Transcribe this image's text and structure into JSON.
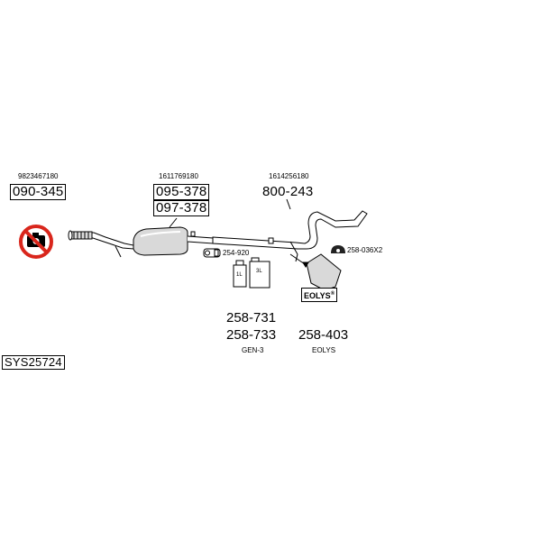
{
  "parts": {
    "front_pipe": {
      "oe": "9823467180",
      "pn": "090-345"
    },
    "middle_silencer": {
      "oe": "1611769180",
      "pn_a": "095-378",
      "pn_b": "097-378"
    },
    "rear_pipe": {
      "oe": "1614256180",
      "pn": "800-243"
    },
    "clamp": {
      "pn": "254-920"
    },
    "rubber_mount": {
      "pn": "258-036X2"
    },
    "paste": {
      "pn_a": "258-731",
      "pn_b": "258-733",
      "caption": "GEN-3",
      "can_label": "1L",
      "can_label_big": "3L"
    },
    "eolys": {
      "pn": "258-403",
      "badge": "EOLYS",
      "badge_mark": "®",
      "caption": "EOLYS"
    }
  },
  "system_id": "SYS25724",
  "colors": {
    "prohibited": "#d9261c",
    "line": "#000000",
    "fill": "#d9d9d9"
  }
}
